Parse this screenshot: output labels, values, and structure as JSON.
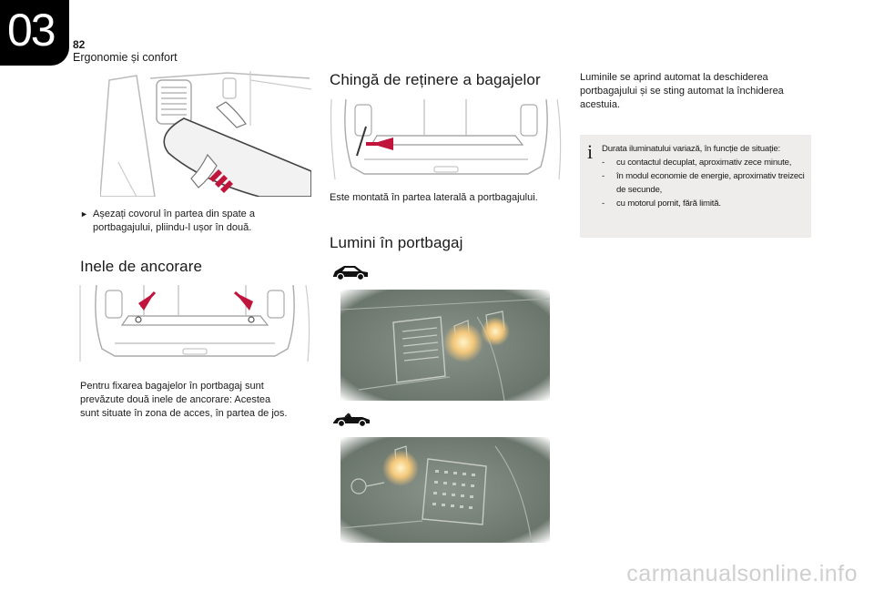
{
  "header": {
    "chapter": "03",
    "page_number": "82",
    "section": "Ergonomie și confort"
  },
  "carpet": {
    "instruction": "Așezați covorul în partea din spate a portbagajului, pliindu-l ușor în două.",
    "bullet_icon": "triangle-bullet-icon"
  },
  "anchor_rings": {
    "title": "Inele de ancorare",
    "text": "Pentru fixarea bagajelor în portbagaj sunt prevăzute două inele de ancorare: Acestea sunt situate în zona de acces, în partea de jos."
  },
  "strap": {
    "title": "Chingă de reținere a bagajelor",
    "text": "Este montată în partea laterală a portbagajului."
  },
  "lights": {
    "title": "Lumini în portbagaj",
    "text": "Luminile se aprind automat la deschiderea portbagajului și se sting automat la închiderea acestuia."
  },
  "info": {
    "icon": "info-icon",
    "intro": "Durata iluminatului variază, în funcție de situație:",
    "items": [
      "cu contactul decuplat, aproximativ zece minute,",
      "în modul economie de energie, aproximativ treizeci de secunde,",
      "cu motorul pornit, fără limită."
    ]
  },
  "icons": {
    "hatchback": "hatchback-car-icon",
    "convertible": "convertible-car-icon"
  },
  "colors": {
    "accent_arrow": "#c0143c",
    "night_bg": "#6f7a70",
    "info_bg": "#efedeb"
  },
  "watermark": "carmanualsonline.info"
}
